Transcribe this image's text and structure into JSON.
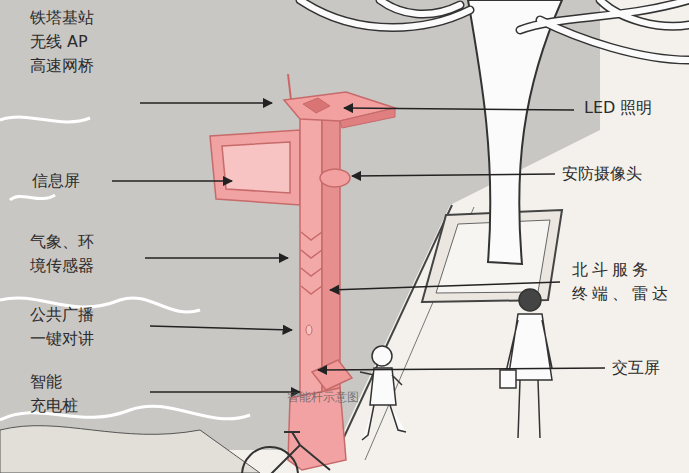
{
  "diagram": {
    "labels": [
      "铁塔基站 无线 AP 高速网桥",
      "LED 照明",
      "信息屏",
      "安防摄像头",
      "气象、环 境传感器",
      "北斗服务 终端、雷达",
      "公共广播 一键对讲",
      "交互屏",
      "智能 充电桩",
      "智能杆示意图"
    ]
  }
}
